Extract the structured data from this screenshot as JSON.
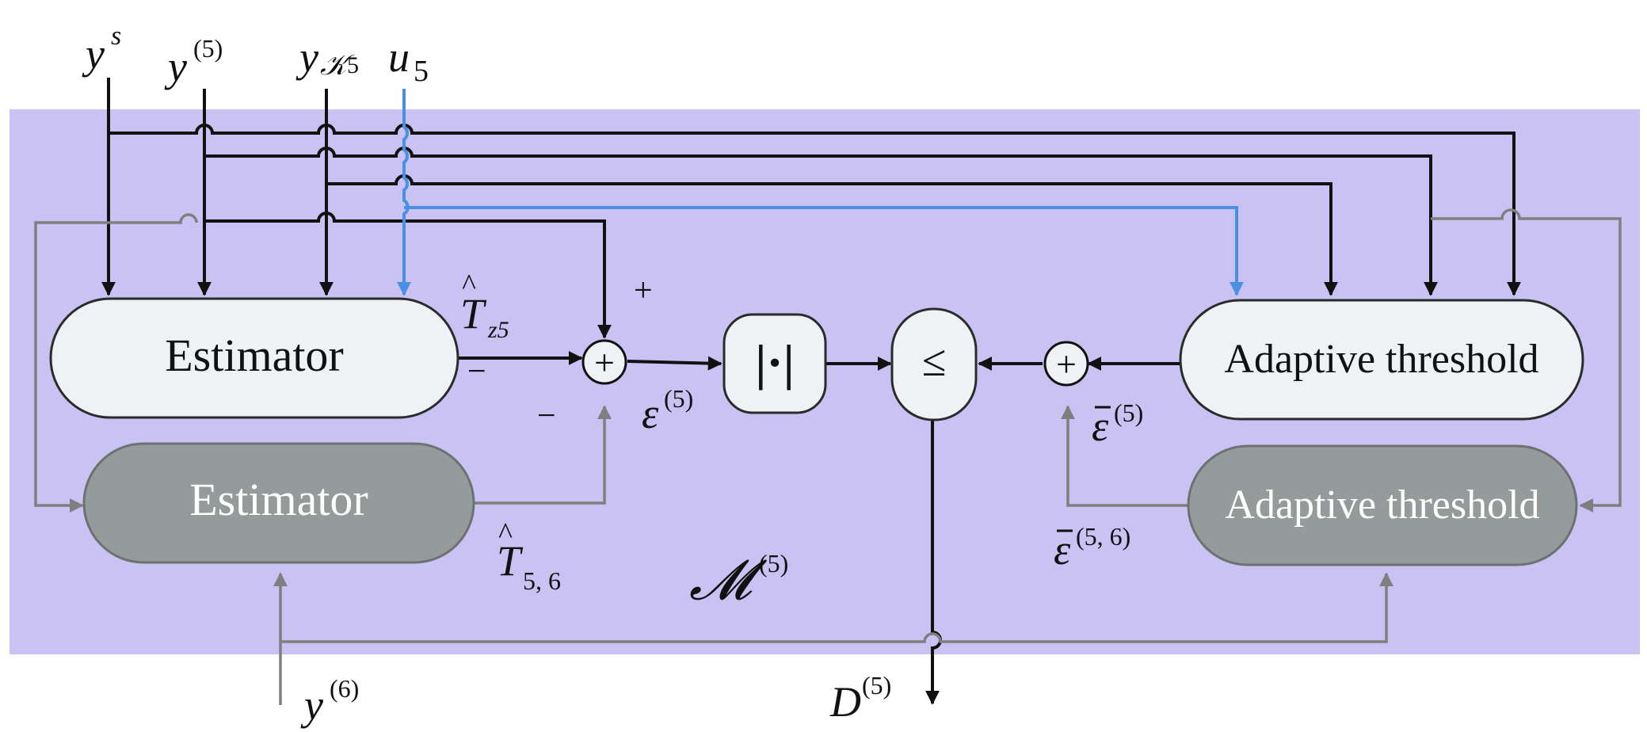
{
  "module_label": {
    "main": "𝓜",
    "sup": "(5)"
  },
  "inputs": {
    "ys": {
      "main": "y",
      "sup": "s"
    },
    "y5": {
      "main": "y",
      "sup": "(5)"
    },
    "yK5": {
      "main": "y",
      "sub": "𝒦",
      "subsub": "5"
    },
    "u5": {
      "main": "u",
      "sub": "5"
    },
    "y6": {
      "main": "y",
      "sup": "(6)"
    }
  },
  "blocks": {
    "estimator_main": "Estimator",
    "estimator_neighbor": "Estimator",
    "abs": "|·|",
    "compare": "≤",
    "threshold_main": "Adaptive threshold",
    "threshold_neighbor": "Adaptive threshold",
    "sum": "+"
  },
  "signals": {
    "Tz5": {
      "hat": "^",
      "main": "T",
      "sub": "z5"
    },
    "T56": {
      "hat": "^",
      "main": "T",
      "sub": "5, 6"
    },
    "eps5": {
      "main": "ε",
      "sup": "(5)"
    },
    "epsbar5": {
      "main": "ε",
      "sup": "(5)"
    },
    "epsbar56": {
      "main": "ε",
      "sup": "(5, 6)"
    },
    "D5": {
      "main": "D",
      "sup": "(5)"
    }
  },
  "signs": {
    "plus": "+",
    "minus_top": "−",
    "minus_bottom": "−"
  },
  "colors": {
    "background_panel": "#c9c2f3",
    "black_line": "#111111",
    "gray_line": "#7f7f7f",
    "blue_line": "#4a90e2",
    "light_block": "#eef2f5",
    "dark_block": "#959a9b"
  }
}
